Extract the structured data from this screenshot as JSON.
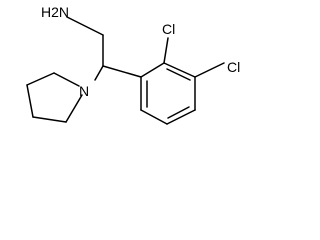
{
  "molecule": {
    "atoms": {
      "amine": "H2N",
      "chlorine_upper": "Cl",
      "chlorine_right": "Cl",
      "pyrrolidine_nitrogen": "N"
    }
  }
}
